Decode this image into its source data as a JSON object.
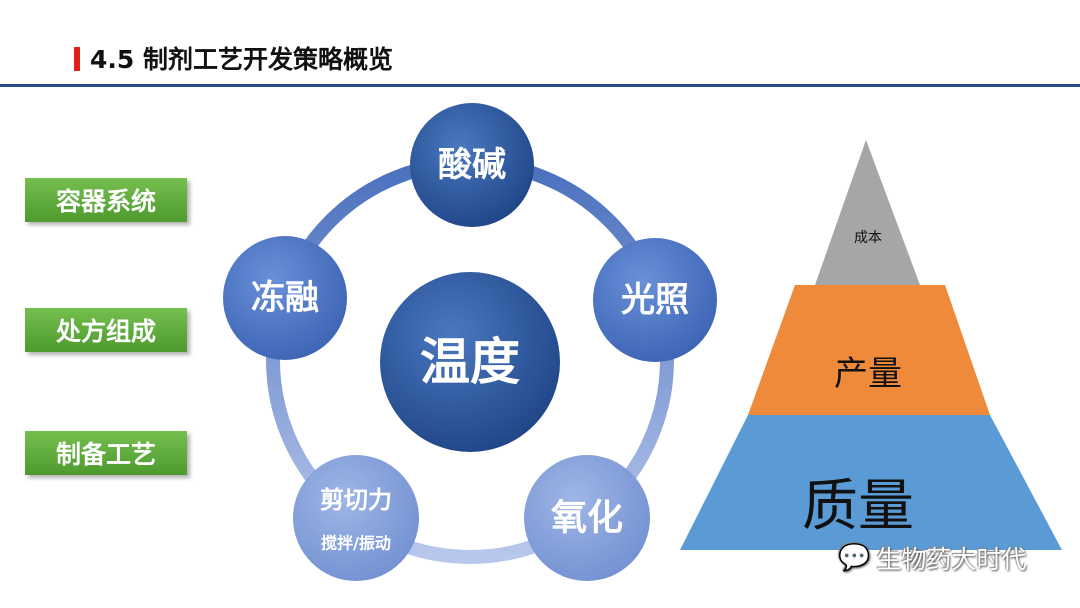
{
  "header": {
    "title": "4.5 制剂工艺开发策略概览"
  },
  "left_boxes": [
    "容器系统",
    "处方组成",
    "制备工艺"
  ],
  "cycle": {
    "center": "温度",
    "nodes": [
      "酸碱",
      "光照",
      "氧化",
      "剪切力",
      "冻融"
    ],
    "shear_sub": "搅拌/振动"
  },
  "pyramid": {
    "top": "成本",
    "middle": "产量",
    "bottom": "质量"
  },
  "watermark": {
    "text": "生物药大时代",
    "icon": "wechat-icon"
  },
  "colors": {
    "accent": "#e0201a",
    "rule": "#2a4a85",
    "green": "#5aa838",
    "orange": "#ee8a3a",
    "blue": "#5b9bd5",
    "gray": "#a6a6a6"
  }
}
